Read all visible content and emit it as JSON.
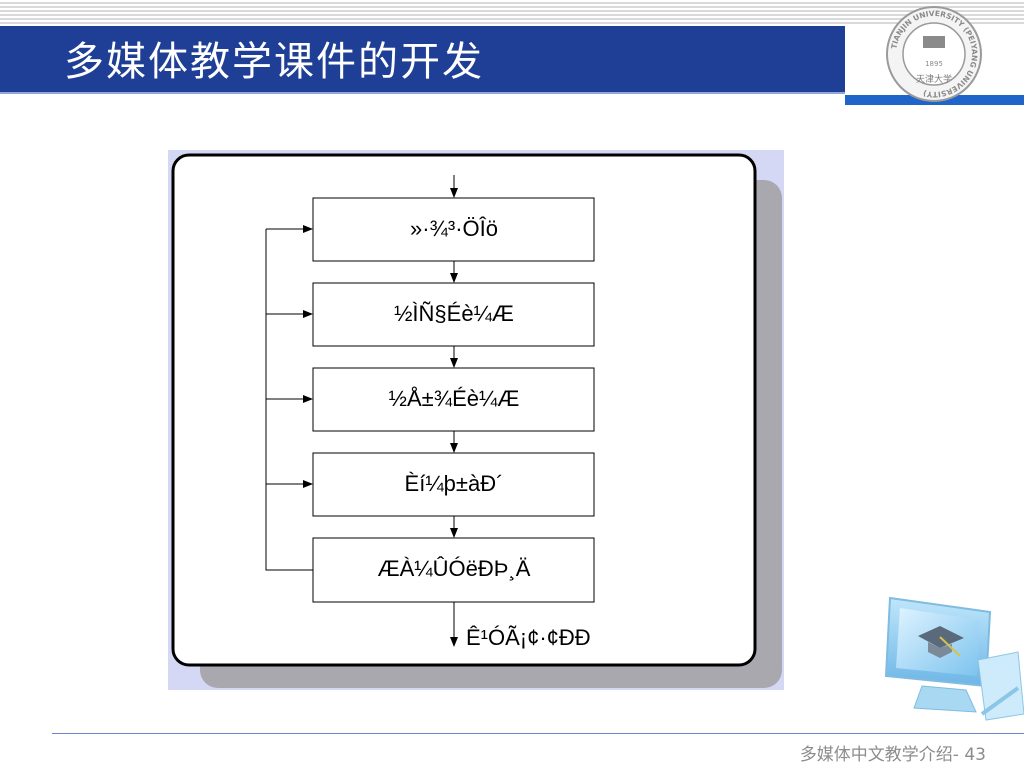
{
  "slide": {
    "title": "多媒体教学课件的开发",
    "footer_text": "多媒体中文教学介绍- ",
    "page_number": "43"
  },
  "flowchart": {
    "steps": [
      "»·¾³·ÖÎö",
      "½ÌÑ§Éè¼Æ",
      "½Å±¾Éè¼Æ",
      "Èí¼þ±àÐ´",
      "ÆÀ¼ÛÓëÐÞ¸Ä"
    ],
    "output_label": "Ê¹ÓÃ¡¢·¢ÐÐ"
  },
  "logo": {
    "seal_text": "TIANJIN UNIVERSITY (PEIYANG UNIVERSITY)",
    "year": "1895",
    "script": "天津大学"
  },
  "colors": {
    "title_bar": "#1f3f96",
    "logo_underline": "#1f64c8",
    "diagram_background": "#d5d8f4"
  }
}
